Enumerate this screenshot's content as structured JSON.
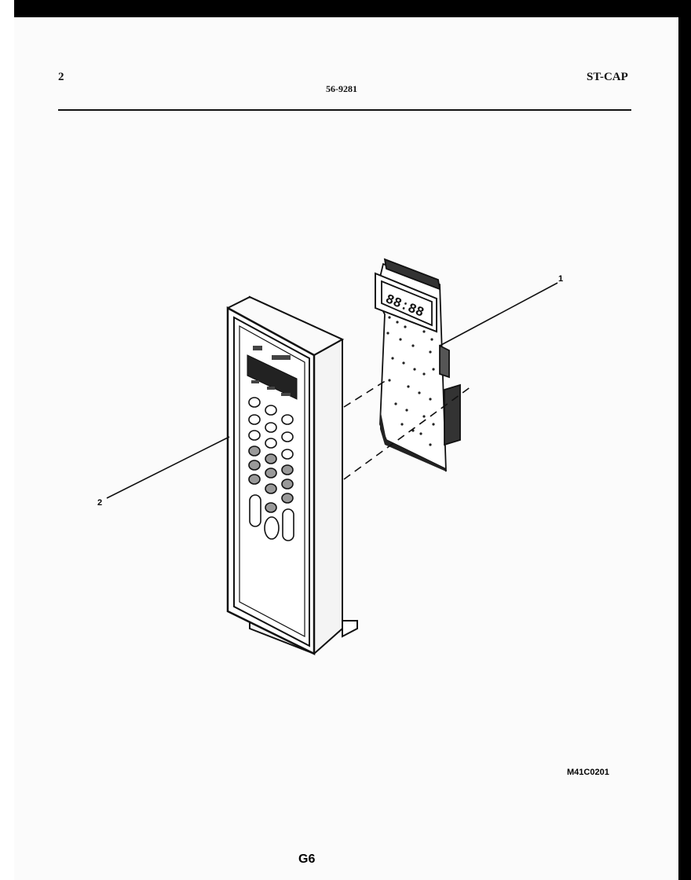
{
  "header": {
    "page_number": "2",
    "document_number": "56-9281",
    "model_code": "ST-CAP"
  },
  "callouts": [
    {
      "id": "1",
      "part": "control-board"
    },
    {
      "id": "2",
      "part": "control-panel"
    }
  ],
  "display": {
    "readout": "88:88"
  },
  "diagram_code": "M41C0201",
  "footer": {
    "page_code": "G6"
  }
}
